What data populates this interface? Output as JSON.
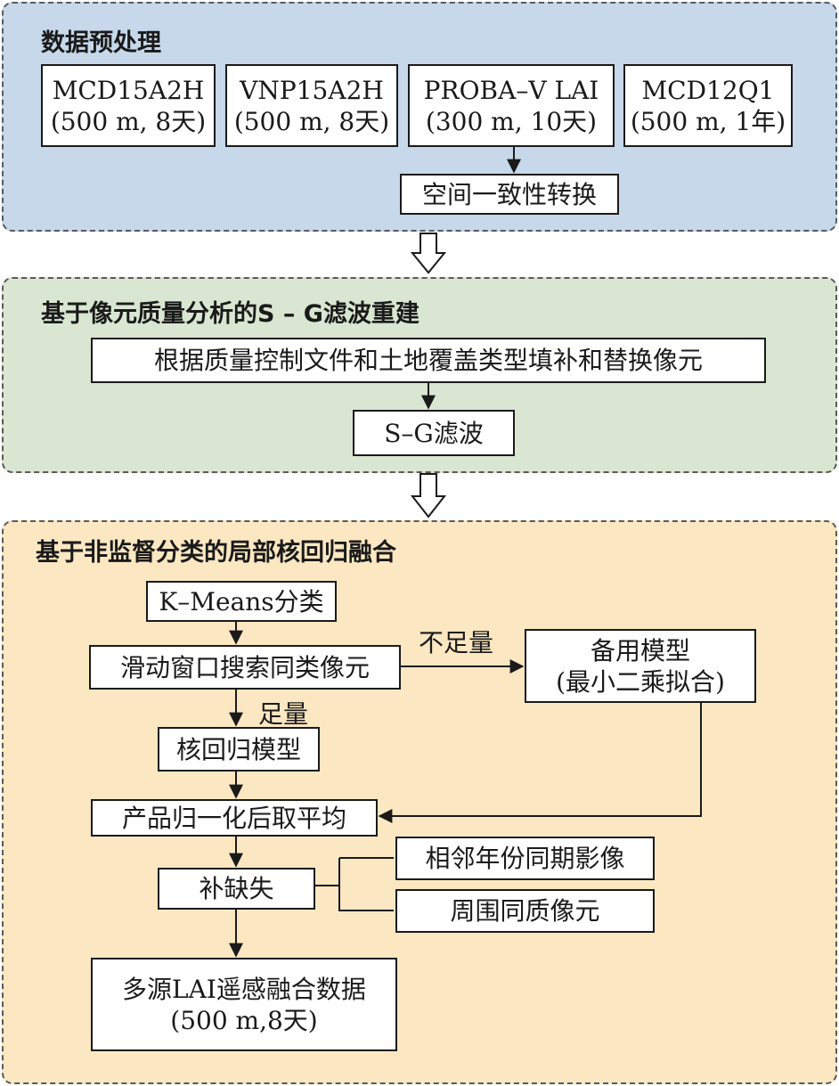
{
  "sections": {
    "preprocess": {
      "title": "数据预处理",
      "sources": [
        {
          "name": "MCD15A2H",
          "spec": "(500 m, 8天)"
        },
        {
          "name": "VNP15A2H",
          "spec": "(500 m, 8天)"
        },
        {
          "name": "PROBA–V LAI",
          "spec": "(300 m, 10天)"
        },
        {
          "name": "MCD12Q1",
          "spec": "(500 m, 1年)"
        }
      ],
      "spatial": "空间一致性转换"
    },
    "sg": {
      "title": "基于像元质量分析的S – G滤波重建",
      "fill": "根据质量控制文件和土地覆盖类型填补和替换像元",
      "filter": "S–G滤波"
    },
    "fusion": {
      "title": "基于非监督分类的局部核回归融合",
      "kmeans": "K–Means分类",
      "search": "滑动窗口搜索同类像元",
      "insufficient": "不足量",
      "backup_line1": "备用模型",
      "backup_line2": "(最小二乘拟合)",
      "sufficient": "足量",
      "kernel": "核回归模型",
      "normalize": "产品归一化后取平均",
      "gapfill": "补缺失",
      "neighbor_year": "相邻年份同期影像",
      "surrounding": "周围同质像元",
      "output_line1": "多源LAI遥感融合数据",
      "output_line2": "(500 m,8天)"
    }
  },
  "colors": {
    "preprocess_bg": "#c6d8ea",
    "sg_bg": "#d9e6d1",
    "fusion_bg": "#fbe7c1"
  }
}
